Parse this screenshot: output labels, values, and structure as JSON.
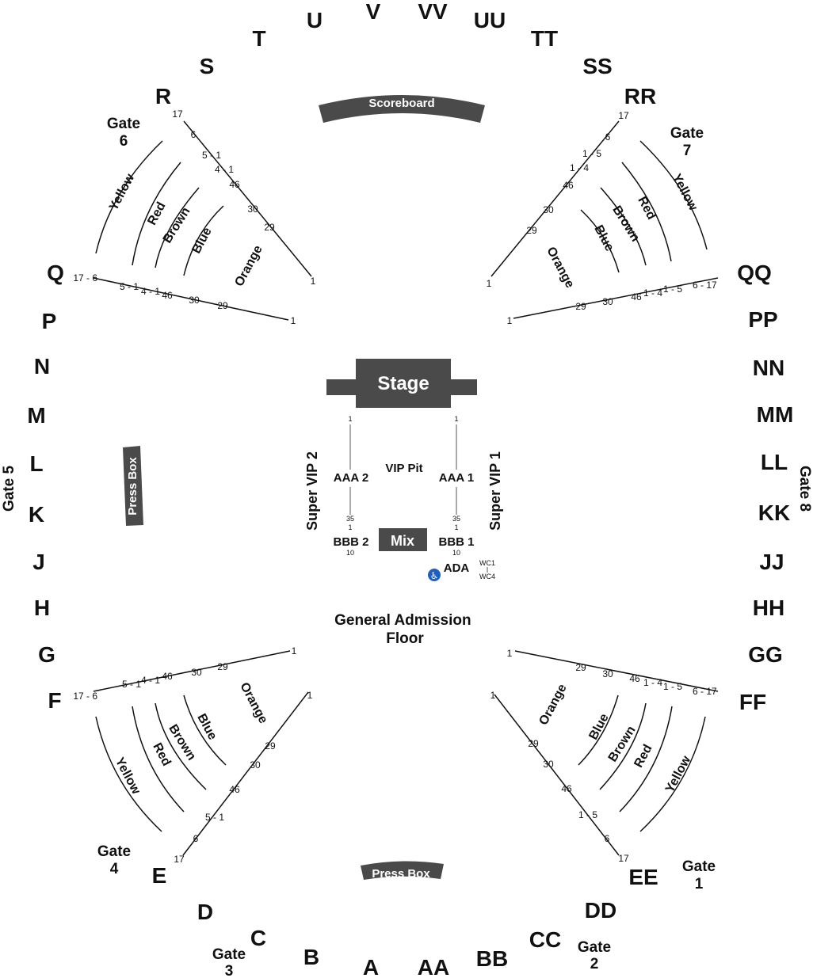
{
  "top_letters": [
    "T",
    "U",
    "V",
    "VV",
    "UU",
    "TT",
    "S",
    "SS",
    "R",
    "RR"
  ],
  "left_letters": [
    "Q",
    "P",
    "N",
    "M",
    "L",
    "K",
    "J",
    "H",
    "G",
    "F"
  ],
  "right_letters": [
    "QQ",
    "PP",
    "NN",
    "MM",
    "LL",
    "KK",
    "JJ",
    "HH",
    "GG",
    "FF"
  ],
  "bottom_letters": [
    "E",
    "EE",
    "D",
    "DD",
    "C",
    "CC",
    "B",
    "BB",
    "A",
    "AA"
  ],
  "gates": {
    "g1": [
      "Gate",
      "1"
    ],
    "g2": [
      "Gate",
      "2"
    ],
    "g3": [
      "Gate",
      "3"
    ],
    "g4": [
      "Gate",
      "4"
    ],
    "g5": "Gate 5",
    "g6": [
      "Gate",
      "6"
    ],
    "g7": [
      "Gate",
      "7"
    ],
    "g8": "Gate 8"
  },
  "tiers": [
    "Yellow",
    "Red",
    "Brown",
    "Blue",
    "Orange"
  ],
  "row_numbers": [
    "17",
    "6",
    "5",
    "1",
    "4",
    "1",
    "46",
    "30",
    "29",
    "1"
  ],
  "row_ranges": {
    "a": "5 - 1",
    "b": "4 - 1",
    "c": "1 - 4",
    "d": "1 - 5",
    "e": "6 - 17",
    "f": "17 - 6"
  },
  "scoreboard": "Scoreboard",
  "stage": "Stage",
  "press_box_side": "Press Box",
  "press_box_bottom": "Press Box",
  "vip": {
    "pit": "VIP Pit",
    "super_left": "Super VIP 2",
    "super_right": "Super VIP 1",
    "aaa_left": "AAA 2",
    "aaa_right": "AAA 1",
    "bbb_left": "BBB 2",
    "bbb_right": "BBB 1",
    "mix": "Mix",
    "ada": "ADA",
    "wc1": "WC1",
    "wc4": "WC4",
    "r1": "1",
    "r35": "35",
    "r10": "10"
  },
  "floor": [
    "General Admission",
    "Floor"
  ],
  "colors": {
    "dark_block": "#4a4a4a",
    "ada_blue": "#1f5fbf"
  }
}
